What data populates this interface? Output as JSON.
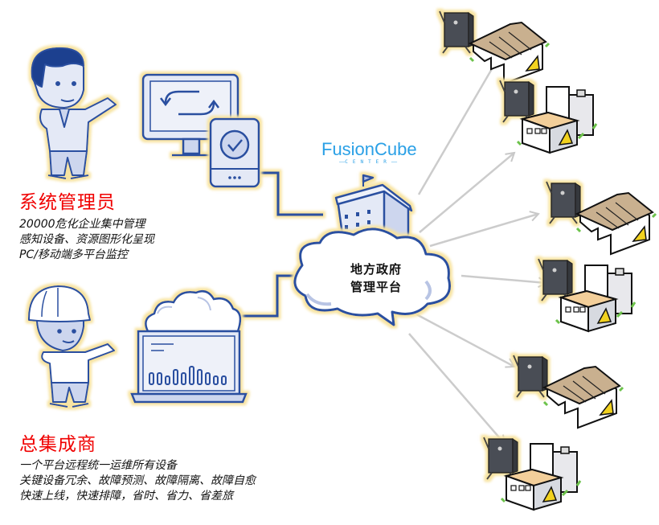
{
  "brand": {
    "name": "FusionCube",
    "sub": "CENTER"
  },
  "center": {
    "line1": "地方政府",
    "line2": "管理平台"
  },
  "roles": [
    {
      "title": "系统管理员",
      "lines": [
        "20000危化企业集中管理",
        "感知设备、资源图形化呈现",
        "PC/移动端多平台监控"
      ]
    },
    {
      "title": "总集成商",
      "lines": [
        "一个平台远程统一运维所有设备",
        "关键设备冗余、故障预测、故障隔离、故障自愈",
        "快速上线，快速排障，省时、省力、省差旅"
      ]
    }
  ],
  "sites": [
    {
      "type": "warehouse"
    },
    {
      "type": "chemical-plant"
    },
    {
      "type": "warehouse"
    },
    {
      "type": "chemical-plant"
    },
    {
      "type": "warehouse"
    },
    {
      "type": "chemical-plant"
    }
  ],
  "colors": {
    "accent_red": "#f00000",
    "line_blue": "#2a4fa0",
    "fill_blue": "#cdd6ee",
    "glow": "#f7e3a0",
    "arrow_gray": "#cccccc",
    "brand_blue": "#2aa0e6"
  }
}
